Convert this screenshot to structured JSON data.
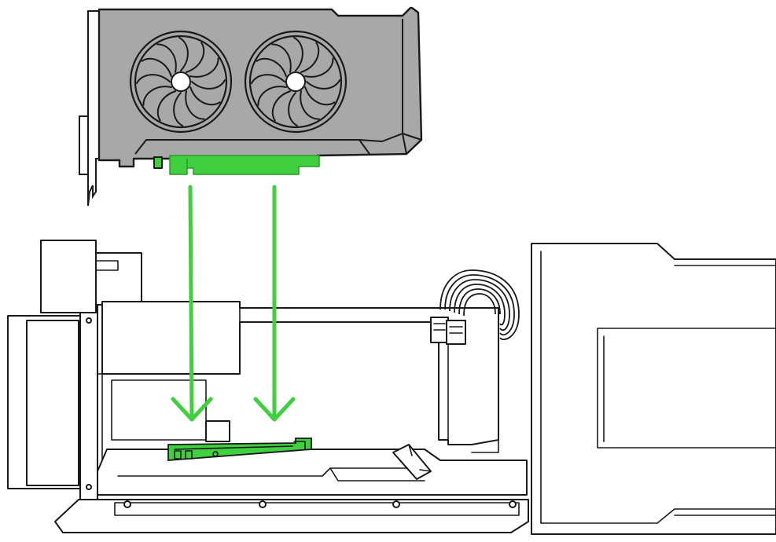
{
  "diagram": {
    "colors": {
      "highlight": "#3fcf3f",
      "highlight_dark": "#2a9a2a",
      "gpu_fill": "#a8a8a8",
      "outline": "#1a1a1a",
      "background": "#ffffff"
    },
    "components": [
      {
        "name": "graphics-card",
        "fans": 2,
        "icon": "fan-icon"
      },
      {
        "name": "pcie-edge-connector",
        "highlighted": true
      },
      {
        "name": "pcie-slot",
        "highlighted": true
      },
      {
        "name": "power-cables",
        "icon": "cable-icon"
      },
      {
        "name": "enclosure-chassis"
      },
      {
        "name": "enclosure-shell"
      }
    ],
    "arrows": [
      {
        "name": "insert-arrow-left",
        "direction": "down"
      },
      {
        "name": "insert-arrow-right",
        "direction": "down"
      }
    ]
  }
}
